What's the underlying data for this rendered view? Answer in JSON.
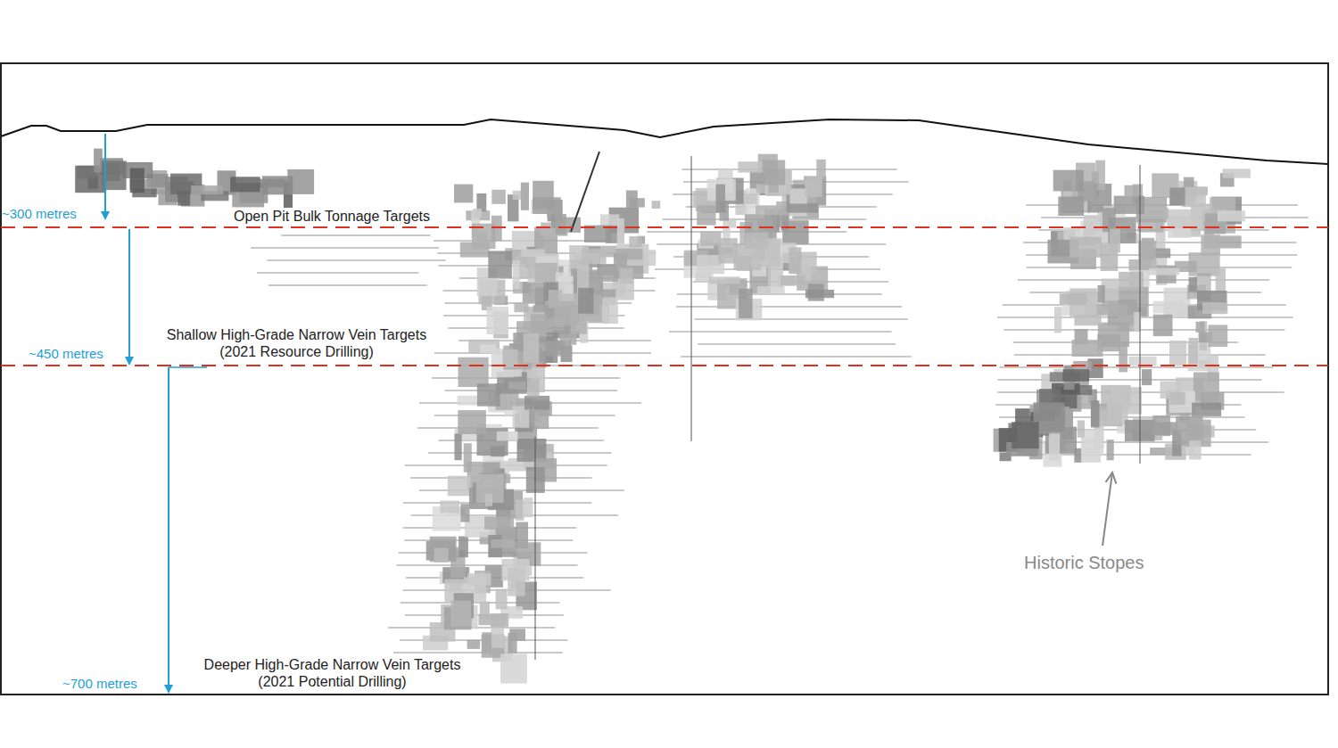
{
  "diagram": {
    "labels": [
      "~300 metres",
      "Open Pit Bulk Tonnage Targets",
      "~450 metres",
      "Shallow High-Grade Narrow Vein Targets (2021 Resource Drilling)",
      "~700 metres",
      "Deeper High-Grade Narrow Vein Targets (2021 Potential Drilling)",
      "Historic Stopes"
    ]
  }
}
